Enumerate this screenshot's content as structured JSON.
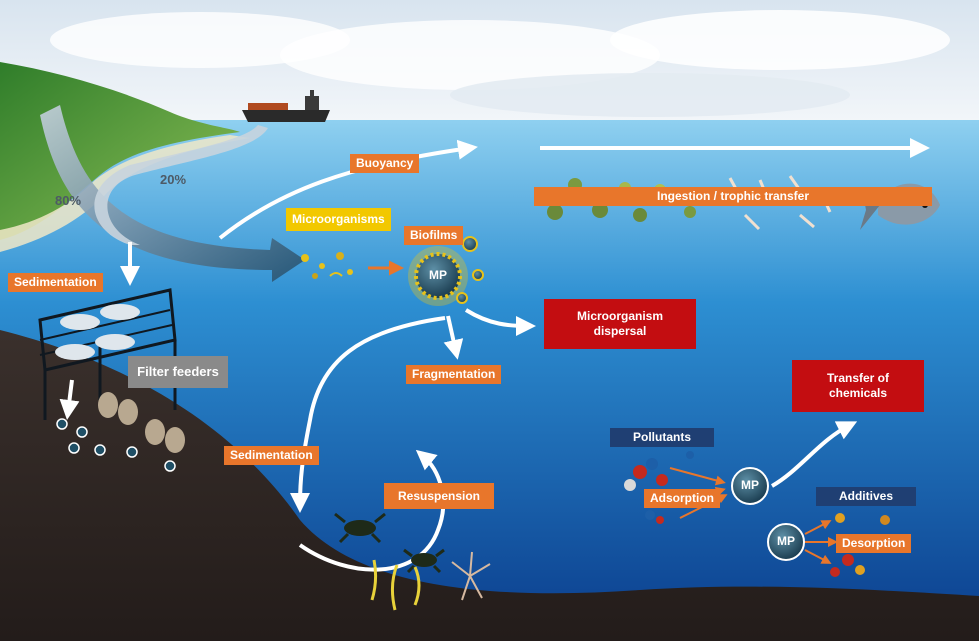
{
  "labels": {
    "buoyancy": "Buoyancy",
    "ingestion": "Ingestion / trophic transfer",
    "microorganisms": "Microorganisms",
    "biofilms": "Biofilms",
    "sedimentation_left": "Sedimentation",
    "filter_feeders": "Filter feeders",
    "microorganism_dispersal": "Microorganism dispersal",
    "fragmentation": "Fragmentation",
    "transfer_of_chemicals": "Transfer of chemicals",
    "pollutants": "Pollutants",
    "sedimentation_center": "Sedimentation",
    "resuspension": "Resuspension",
    "adsorption": "Adsorption",
    "additives": "Additives",
    "desorption": "Desorption"
  },
  "percentages": {
    "river": "80%",
    "ship": "20%"
  },
  "mp": {
    "center": "MP",
    "right1": "MP",
    "right2": "MP"
  },
  "colors": {
    "sky": "#eaf2fa",
    "sea_top": "#7fc8ee",
    "sea_deep": "#0b3a86",
    "seabed": "#2e2623",
    "land": "#4e9a3c",
    "orange_label": "#e8762b",
    "red_label": "#c30d11",
    "navy_label": "#1f3f73",
    "grey_label": "#8a8a8a",
    "yellow_label": "#f2c800"
  }
}
